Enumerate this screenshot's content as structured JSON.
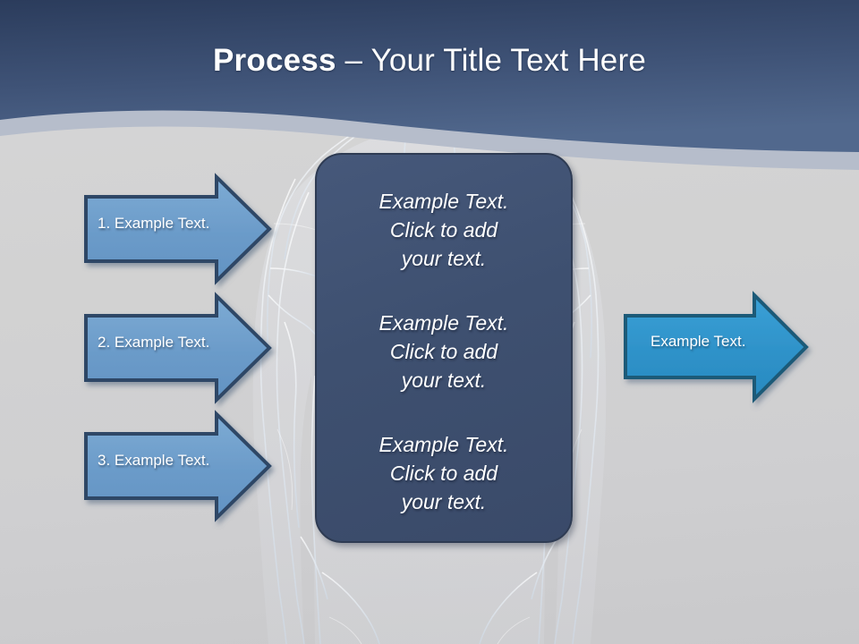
{
  "slide": {
    "title_bold": "Process",
    "title_rest": " – Your Title Text Here",
    "background_icon": "anatomy-xray-torso"
  },
  "colors": {
    "header_top": "#2b3c5c",
    "header_bottom": "#4e6489",
    "swoosh_band": "#b6bdcb",
    "body_background": "#d2d2d2",
    "panel_fill": "#3e5070",
    "panel_border": "#2e3b53",
    "left_arrow_fill": "#6b9bc9",
    "left_arrow_border": "#2d4766",
    "right_arrow_fill": "#2e92c9",
    "right_arrow_border": "#1a5a78",
    "text_white": "#ffffff"
  },
  "left_arrows": [
    {
      "label": "1. Example Text.",
      "icon": "right-arrow-icon"
    },
    {
      "label": "2. Example Text.",
      "icon": "right-arrow-icon"
    },
    {
      "label": "3. Example Text.",
      "icon": "right-arrow-icon"
    }
  ],
  "right_arrow": {
    "label": "Example Text.",
    "icon": "right-arrow-icon"
  },
  "center_panel": {
    "blocks": [
      {
        "line1": "Example Text.",
        "line2": "Click  to add",
        "line3": "your text."
      },
      {
        "line1": "Example Text.",
        "line2": "Click  to add",
        "line3": "your text."
      },
      {
        "line1": "Example Text.",
        "line2": "Click  to add",
        "line3": "your text."
      }
    ]
  }
}
